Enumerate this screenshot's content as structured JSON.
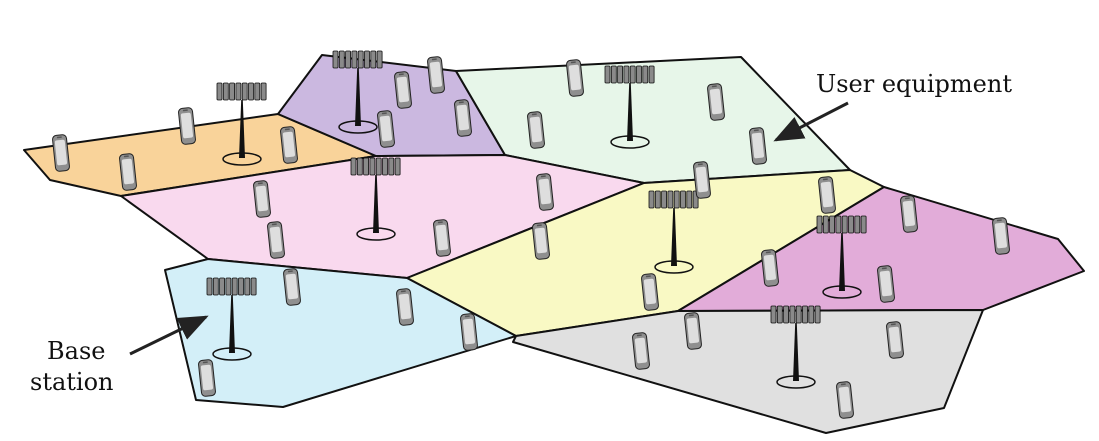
{
  "labels": {
    "user_equipment": "User equipment",
    "base_station_line1": "Base",
    "base_station_line2": "station"
  },
  "colors": {
    "orange": "#f9d39a",
    "purple": "#cbb8e0",
    "green": "#e7f6e9",
    "pink": "#f9d9ee",
    "yellow": "#f9f9c4",
    "magenta": "#e2acd9",
    "cyan": "#d3eff8",
    "gray": "#e0e0e0",
    "outline": "#111111",
    "device_body": "#8f8f8f",
    "device_screen": "#dedede",
    "arrow": "#222222"
  },
  "cells": [
    {
      "name": "cell-orange",
      "color_key": "orange"
    },
    {
      "name": "cell-purple",
      "color_key": "purple"
    },
    {
      "name": "cell-green",
      "color_key": "green"
    },
    {
      "name": "cell-pink",
      "color_key": "pink"
    },
    {
      "name": "cell-yellow",
      "color_key": "yellow"
    },
    {
      "name": "cell-magenta",
      "color_key": "magenta"
    },
    {
      "name": "cell-cyan",
      "color_key": "cyan"
    },
    {
      "name": "cell-gray",
      "color_key": "gray"
    }
  ],
  "icons": {
    "base_station": "antenna-tower-icon",
    "user_equipment": "phone-icon"
  }
}
